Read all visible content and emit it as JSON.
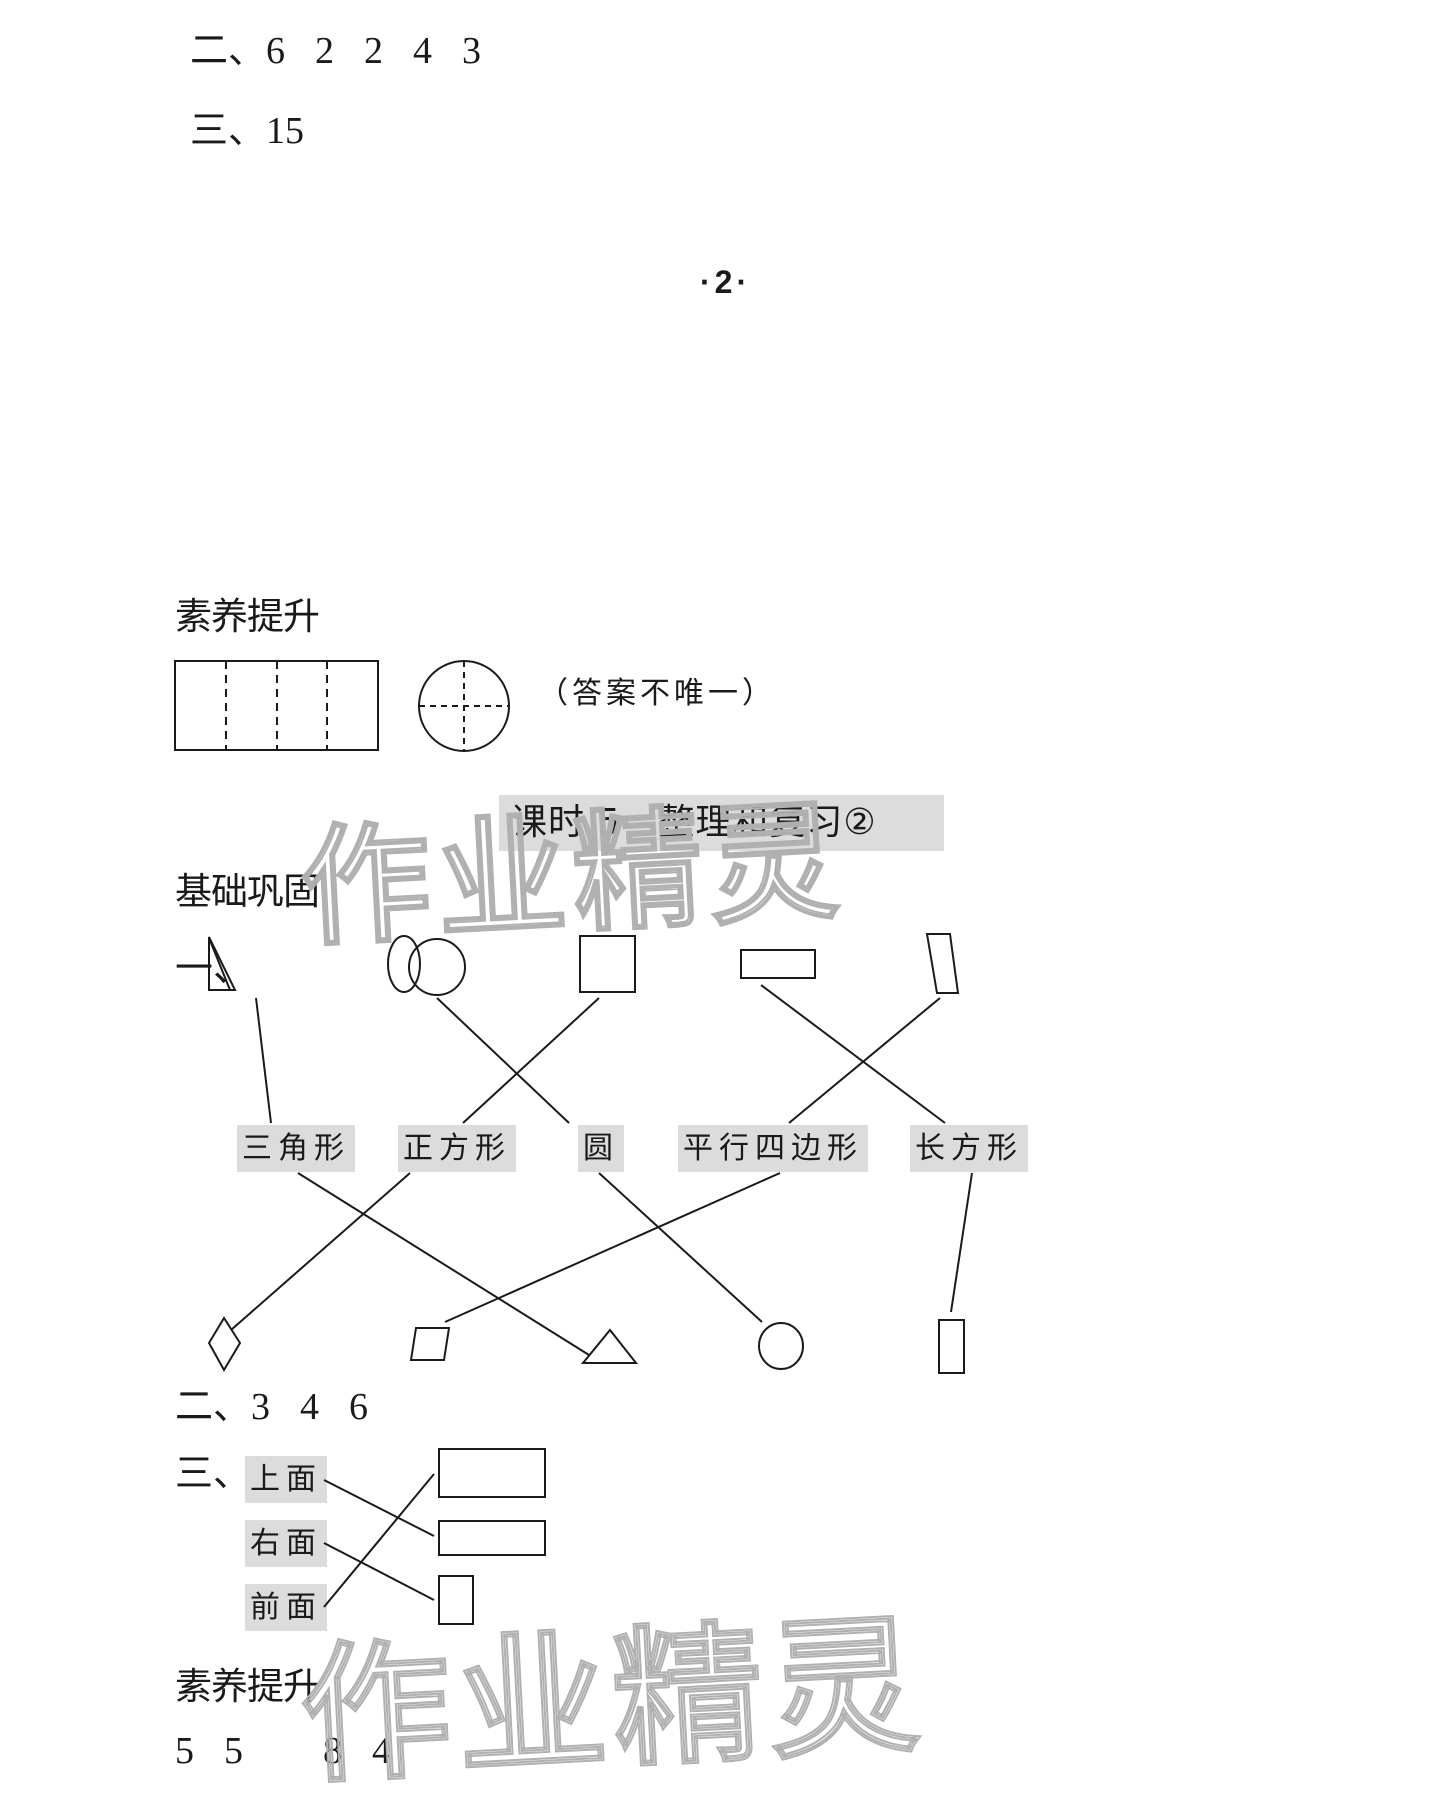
{
  "top_answers": {
    "q2": {
      "label": "二、",
      "values": [
        "6",
        "2",
        "2",
        "4",
        "3"
      ]
    },
    "q3": {
      "label": "三、",
      "values": [
        "15"
      ]
    }
  },
  "page_number": "·2·",
  "section1": {
    "title": "素养提升",
    "note": "（答案不唯一）"
  },
  "lesson": {
    "title": "课时 5　整理和复习②"
  },
  "basic": {
    "title": "基础巩固",
    "q1": {
      "label": "一、",
      "top_shapes": [
        "right-triangle",
        "circle",
        "square",
        "rectangle",
        "parallelogram"
      ],
      "names": [
        "三角形",
        "正方形",
        "圆",
        "平行四边形",
        "长方形"
      ],
      "bottom_shapes": [
        "diamond-square",
        "parallelogram",
        "triangle",
        "circle",
        "rectangle"
      ]
    },
    "q2": {
      "label": "二、",
      "values": [
        "3",
        "4",
        "6"
      ]
    },
    "q3": {
      "label": "三、",
      "views": [
        "上面",
        "右面",
        "前面"
      ]
    }
  },
  "section2": {
    "title": "素养提升",
    "values": [
      "5",
      "5",
      "8",
      "4"
    ]
  },
  "watermark": "作业精灵",
  "colors": {
    "label_bg": "#dcdcdc",
    "ink": "#1a1a1a",
    "watermark": "#b0b0b0"
  }
}
